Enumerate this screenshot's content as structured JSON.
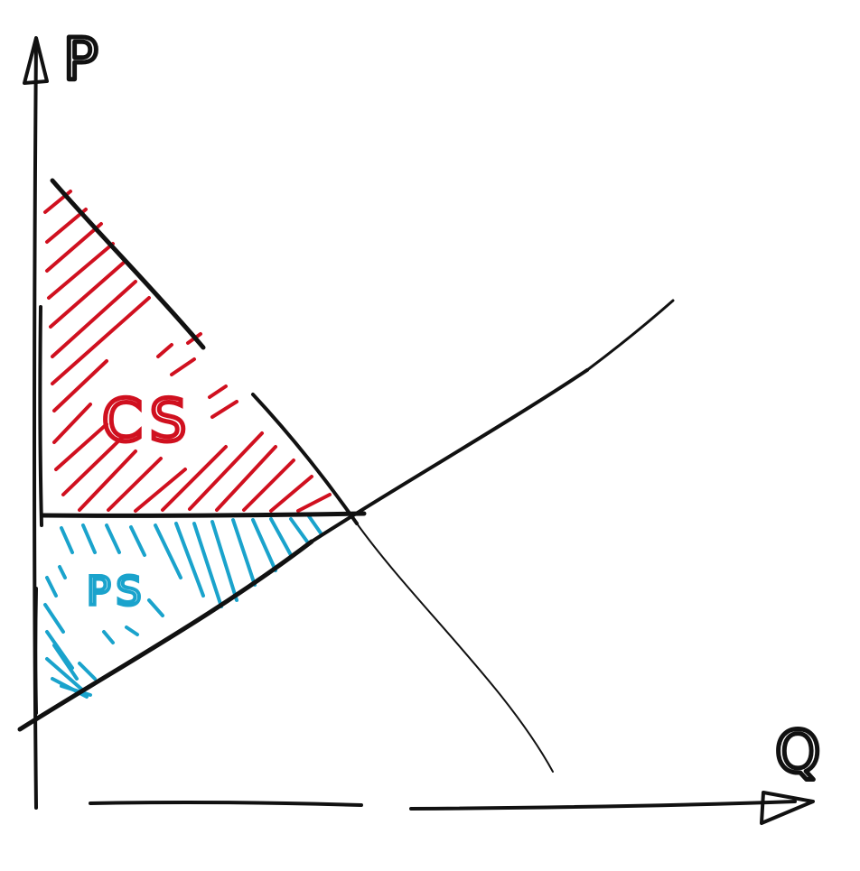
{
  "axes": {
    "y_label": "P",
    "x_label": "Q"
  },
  "regions": {
    "consumer_surplus": {
      "label": "CS",
      "color": "#d0101f"
    },
    "producer_surplus": {
      "label": "PS",
      "color": "#1aa3cc"
    }
  },
  "ink_color": "#111111"
}
